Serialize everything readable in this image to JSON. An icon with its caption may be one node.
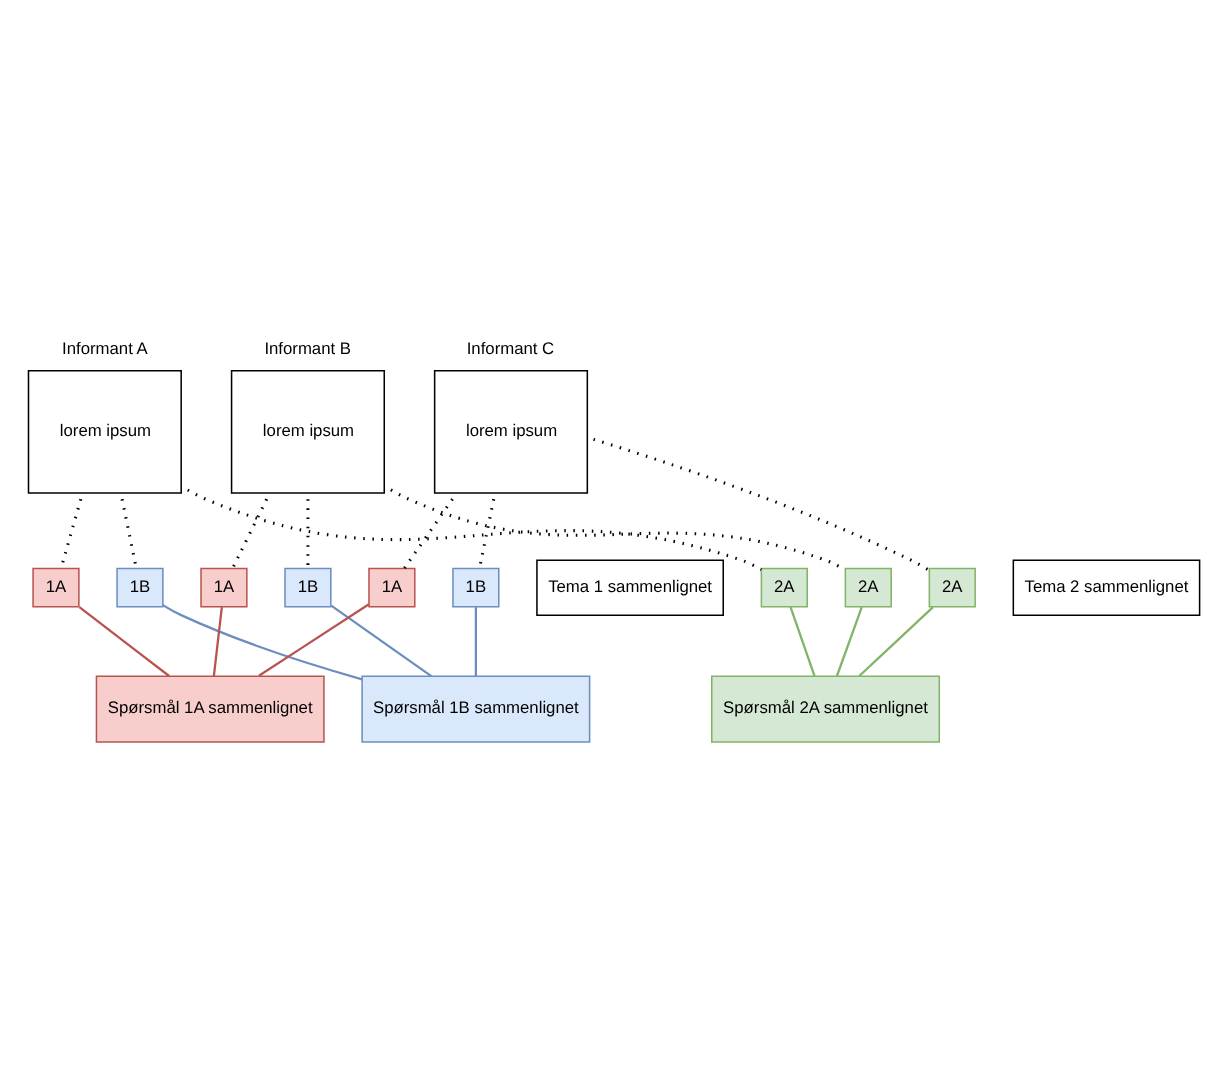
{
  "diagram": {
    "nodes": [
      {
        "text": [
          "Informant A",
          "lorem ipsum"
        ]
      },
      {
        "text": [
          "Informant B",
          "lorem ipsum"
        ]
      },
      {
        "text": [
          "Informant C",
          "lorem ipsum"
        ]
      },
      {
        "text": [
          "1A"
        ]
      },
      {
        "text": [
          "1B"
        ]
      },
      {
        "text": [
          "1A"
        ]
      },
      {
        "text": [
          "1B"
        ]
      },
      {
        "text": [
          "1A"
        ]
      },
      {
        "text": [
          "1B"
        ]
      },
      {
        "text": [
          "Tema 1 sammenlignet"
        ]
      },
      {
        "text": [
          "2A"
        ]
      },
      {
        "text": [
          "2A"
        ]
      },
      {
        "text": [
          "2A"
        ]
      },
      {
        "text": [
          "Tema 2 sammenlignet"
        ]
      },
      {
        "text": [
          "Spørsmål 1A sammenlignet"
        ]
      },
      {
        "text": [
          "Spørsmål 1B sammenlignet"
        ]
      },
      {
        "text": [
          "Spørsmål 2A sammenlignet"
        ]
      }
    ],
    "edges": [
      {
        "from": 0,
        "to": 3,
        "arrow": "none",
        "style": "dashed"
      },
      {
        "from": 0,
        "to": 10,
        "arrow": "none",
        "style": "dashed"
      },
      {
        "from": 0,
        "to": 4,
        "arrow": "none",
        "style": "dashed"
      },
      {
        "from": 1,
        "to": 5,
        "arrow": "none",
        "style": "dashed"
      },
      {
        "from": 1,
        "to": 11,
        "arrow": "none",
        "style": "dashed"
      },
      {
        "from": 1,
        "to": 6,
        "arrow": "none",
        "style": "dashed"
      },
      {
        "from": 2,
        "to": 7,
        "arrow": "none",
        "style": "dashed"
      },
      {
        "from": 2,
        "to": 12,
        "arrow": "none",
        "style": "dashed"
      },
      {
        "from": 2,
        "to": 8,
        "arrow": "none",
        "style": "dashed"
      },
      {
        "from": 3,
        "to": 14,
        "arrow": "none",
        "color": "#b85450"
      },
      {
        "from": 5,
        "to": 14,
        "arrow": "none",
        "color": "#b85450"
      },
      {
        "from": 7,
        "to": 14,
        "arrow": "none",
        "color": "#b85450"
      },
      {
        "from": 4,
        "to": 15,
        "arrow": "none",
        "color": "#6c8ebf"
      },
      {
        "from": 6,
        "to": 15,
        "arrow": "none",
        "color": "#6c8ebf"
      },
      {
        "from": 8,
        "to": 15,
        "arrow": "none",
        "color": "#6c8ebf"
      },
      {
        "from": 10,
        "to": 16,
        "arrow": "none",
        "color": "#82b366"
      },
      {
        "from": 11,
        "to": 16,
        "arrow": "none",
        "color": "#82b366"
      },
      {
        "from": 12,
        "to": 16,
        "arrow": "none",
        "color": "#82b366"
      }
    ]
  }
}
